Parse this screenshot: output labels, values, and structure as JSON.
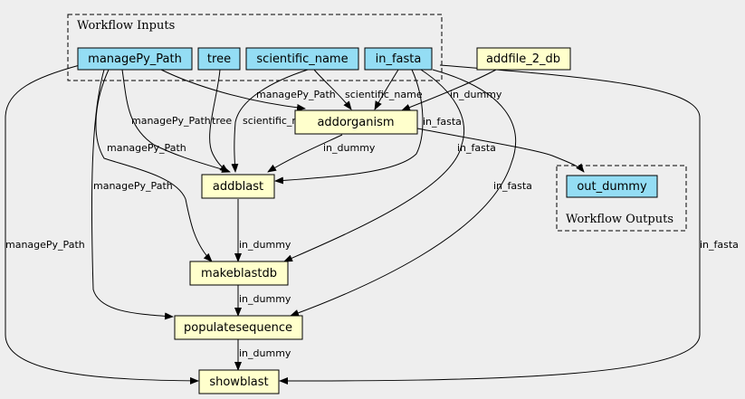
{
  "clusters": {
    "inputs": {
      "label": "Workflow Inputs"
    },
    "outputs": {
      "label": "Workflow Outputs"
    }
  },
  "nodes": {
    "managepy_path": {
      "label": "managePy_Path",
      "kind": "input"
    },
    "tree": {
      "label": "tree",
      "kind": "input"
    },
    "scientific_name": {
      "label": "scientific_name",
      "kind": "input"
    },
    "in_fasta": {
      "label": "in_fasta",
      "kind": "input"
    },
    "addfile_2_db": {
      "label": "addfile_2_db",
      "kind": "step"
    },
    "addorganism": {
      "label": "addorganism",
      "kind": "step"
    },
    "addblast": {
      "label": "addblast",
      "kind": "step"
    },
    "makeblastdb": {
      "label": "makeblastdb",
      "kind": "step"
    },
    "populatesequence": {
      "label": "populatesequence",
      "kind": "step"
    },
    "showblast": {
      "label": "showblast",
      "kind": "step"
    },
    "out_dummy": {
      "label": "out_dummy",
      "kind": "output"
    }
  },
  "edges": [
    {
      "from": "managePy_Path",
      "to": "addorganism",
      "label": "managePy_Path"
    },
    {
      "from": "scientific_name",
      "to": "addorganism",
      "label": "scientific_name"
    },
    {
      "from": "addfile_2_db",
      "to": "addorganism",
      "label": "in_dummy"
    },
    {
      "from": "in_fasta",
      "to": "addorganism",
      "label": "in_fasta"
    },
    {
      "from": "managePy_Path",
      "to": "addblast",
      "label": "managePy_Path"
    },
    {
      "from": "tree",
      "to": "addblast",
      "label": "tree"
    },
    {
      "from": "scientific_name",
      "to": "addblast",
      "label": "scientific_name"
    },
    {
      "from": "addorganism",
      "to": "addblast",
      "label": "in_dummy"
    },
    {
      "from": "in_fasta",
      "to": "addblast",
      "label": ""
    },
    {
      "from": "addorganism",
      "to": "out_dummy",
      "label": "in_fasta"
    },
    {
      "from": "managePy_Path",
      "to": "makeblastdb",
      "label": "managePy_Path"
    },
    {
      "from": "addblast",
      "to": "makeblastdb",
      "label": "in_dummy"
    },
    {
      "from": "in_fasta",
      "to": "makeblastdb",
      "label": ""
    },
    {
      "from": "managePy_Path",
      "to": "populatesequence",
      "label": "managePy_Path"
    },
    {
      "from": "makeblastdb",
      "to": "populatesequence",
      "label": "in_dummy"
    },
    {
      "from": "in_fasta",
      "to": "populatesequence",
      "label": "in_fasta"
    },
    {
      "from": "managePy_Path",
      "to": "showblast",
      "label": "managePy_Path"
    },
    {
      "from": "populatesequence",
      "to": "showblast",
      "label": "in_dummy"
    },
    {
      "from": "in_fasta",
      "to": "showblast",
      "label": "in_fasta"
    }
  ],
  "colors": {
    "background": "#eeeeee",
    "input_fill": "#94ddf4",
    "step_fill": "#ffffcc",
    "output_fill": "#94ddf4",
    "stroke": "#000000"
  }
}
